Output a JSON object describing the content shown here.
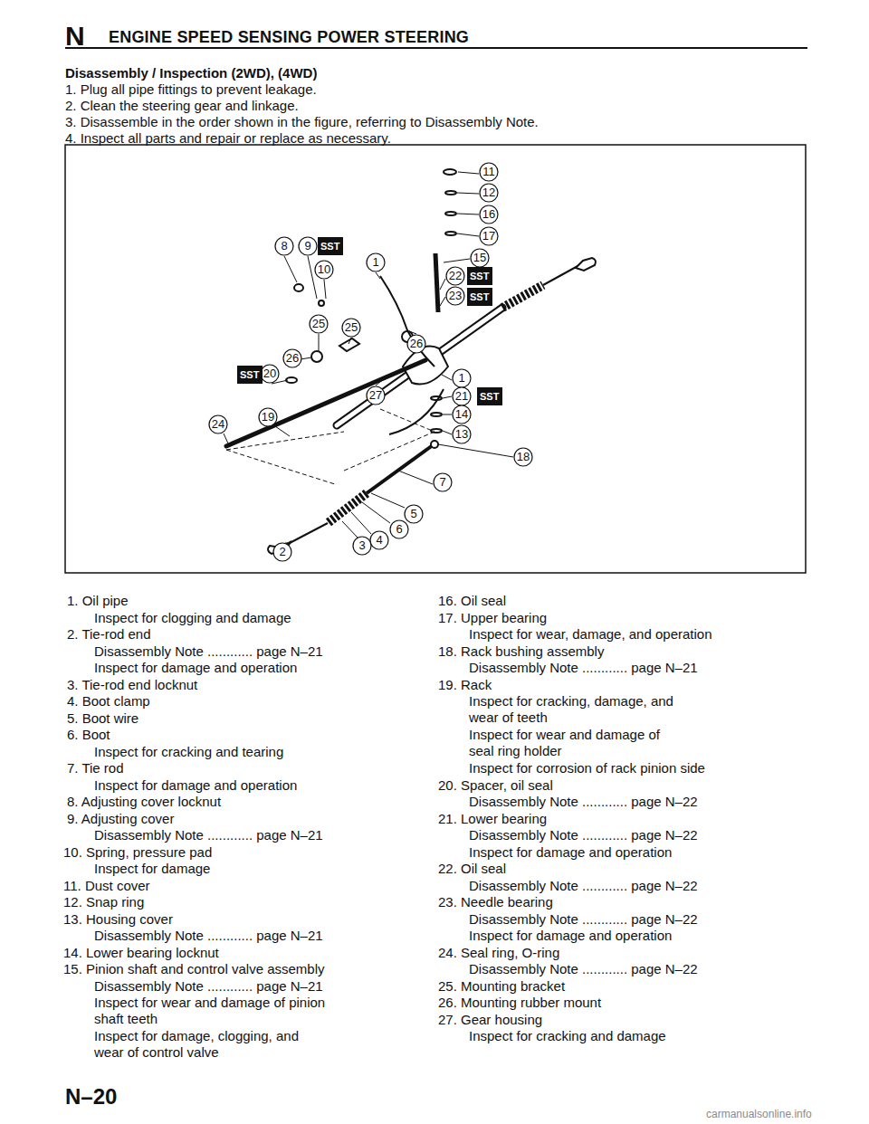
{
  "diagram": {
    "title": "ENGINE SPEED SENSING POWER STEERING",
    "nodes": [
      {
        "text": [
          "SST"
        ]
      },
      {
        "text": [
          "SST"
        ]
      },
      {
        "text": [
          "SST"
        ]
      },
      {
        "text": [
          "SST"
        ]
      },
      {
        "text": [
          "SST"
        ]
      }
    ],
    "labels": [
      "N",
      "Disassembly / Inspection (2WD), (4WD)",
      "1. Plug all pipe fittings to prevent leakage.",
      "2. Clean the steering gear and linkage.",
      "3. Disassemble in the order shown in the figure, referring to Disassembly Note.",
      "4. Inspect all parts and repair or replace as necessary.",
      "11",
      "12",
      "16",
      "17",
      "15",
      "8",
      "9",
      "10",
      "1",
      "22",
      "23",
      "25",
      "25",
      "26",
      "26",
      "20",
      "1",
      "21",
      "19",
      "27",
      "14",
      "13",
      "24",
      "18",
      "7",
      "5",
      "6",
      "4",
      "3",
      "2",
      "1. Oil pipe",
      "Inspect for clogging and damage",
      "2. Tie-rod end",
      "Disassembly Note ............ page N–21",
      "Inspect for damage and operation",
      "3. Tie-rod end locknut",
      "4. Boot clamp",
      "5. Boot wire",
      "6. Boot",
      "Inspect for cracking and tearing",
      "7. Tie rod",
      "Inspect for damage and operation",
      "8. Adjusting cover locknut",
      "9. Adjusting cover",
      "Disassembly Note ............ page N–21",
      "10. Spring, pressure pad",
      "Inspect for damage",
      "11. Dust cover",
      "12. Snap ring",
      "13. Housing cover",
      "Disassembly Note ............ page N–21",
      "14. Lower bearing locknut",
      "15. Pinion shaft and control valve assembly",
      "Disassembly Note ............ page N–21",
      "Inspect for wear and damage of pinion shaft teeth",
      "Inspect for damage, clogging, and wear of control valve",
      "16. Oil seal",
      "17. Upper bearing",
      "Inspect for wear, damage, and operation",
      "18. Rack bushing assembly",
      "Disassembly Note ............ page N–21",
      "19. Rack",
      "Inspect for cracking, damage, and wear of teeth",
      "Inspect for wear and damage of seal ring holder",
      "Inspect for corrosion of rack pinion side",
      "20. Spacer, oil seal",
      "Disassembly Note ............ page N–22",
      "21. Lower bearing",
      "Disassembly Note ............ page N–22",
      "Inspect for damage and operation",
      "22. Oil seal",
      "Disassembly Note ............ page N–22",
      "23. Needle bearing",
      "Disassembly Note ............ page N–22",
      "Inspect for damage and operation",
      "24. Seal ring, O-ring",
      "Disassembly Note ............ page N–22",
      "25. Mounting bracket",
      "26. Mounting rubber mount",
      "27. Gear housing",
      "Inspect for cracking and damage",
      "N–20",
      "carmanualsonline.info"
    ]
  }
}
